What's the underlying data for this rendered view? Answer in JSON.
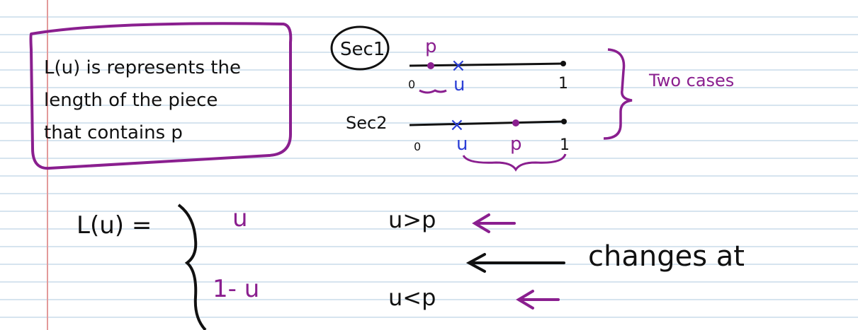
{
  "note": {
    "boxed_text": {
      "line1": "L(u) is represents the",
      "line2": "length of the piece",
      "line3": "that contains p"
    },
    "cases_label": "Two cases",
    "sec1": {
      "label": "Sec1",
      "p_label": "p",
      "u_label": "u",
      "zero_label": "0",
      "one_label": "1"
    },
    "sec2": {
      "label": "Sec2",
      "p_label": "p",
      "u_label": "u",
      "zero_label": "0",
      "one_label": "1"
    },
    "piecewise": {
      "lhs": "L(u) =",
      "case1_expr": "u",
      "case1_cond": "u>p",
      "case2_expr": "1- u",
      "case2_cond": "u<p",
      "remark": "changes at"
    },
    "colors": {
      "ink": "#111111",
      "purple": "#8a1f8f",
      "blue": "#2b3fd6",
      "margin": "#e39a9a",
      "rule": "#d6e4ef"
    }
  }
}
